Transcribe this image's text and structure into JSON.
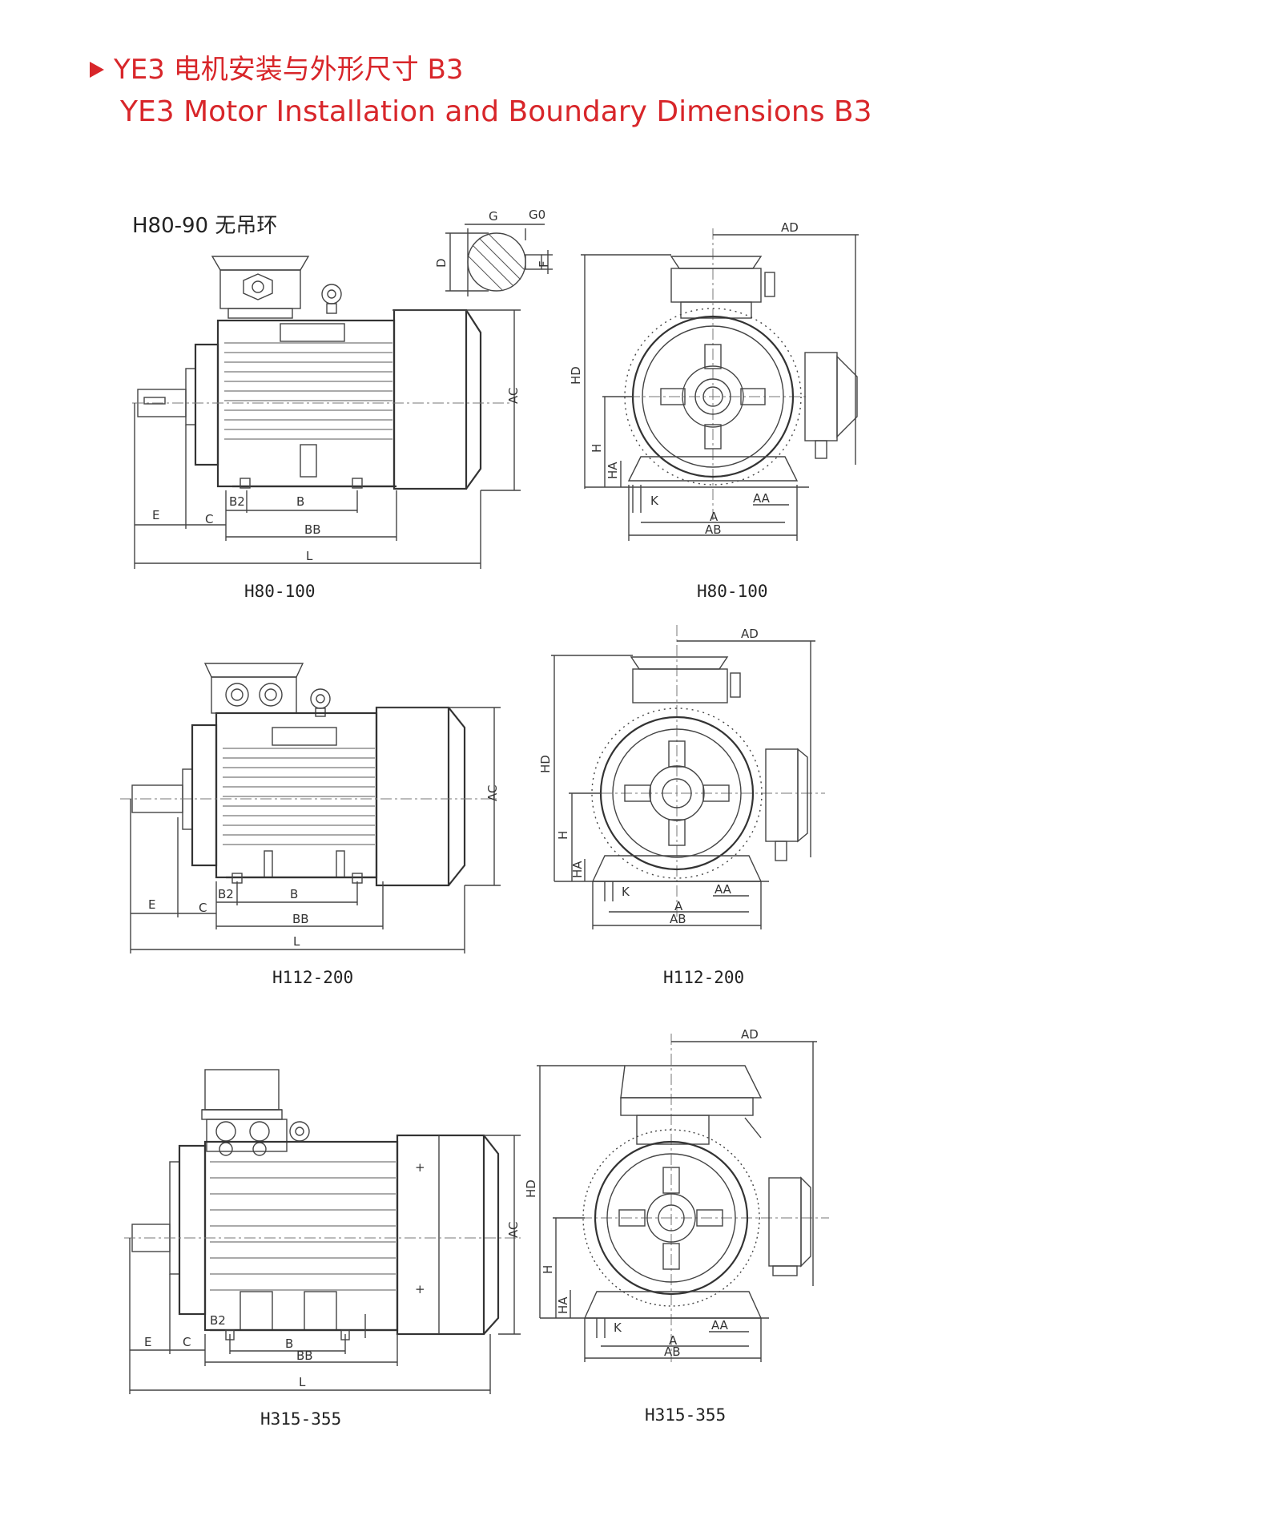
{
  "header": {
    "title_cn": "YE3 电机安装与外形尺寸 B3",
    "title_en": "YE3 Motor Installation and Boundary Dimensions B3"
  },
  "notes": {
    "no_lifting_ring": "H80-90 无吊环"
  },
  "captions": {
    "r1_side": "H80-100",
    "r1_end": "H80-100",
    "r2_side": "H112-200",
    "r2_end": "H112-200",
    "r3_side": "H315-355",
    "r3_end": "H315-355"
  },
  "labels": {
    "E": "E",
    "C": "C",
    "B2": "B2",
    "B": "B",
    "BB": "BB",
    "L": "L",
    "AC": "AC",
    "AD": "AD",
    "HD": "HD",
    "H": "H",
    "HA": "HA",
    "K": "K",
    "AA": "AA",
    "A": "A",
    "AB": "AB",
    "G": "G",
    "G0": "G0",
    "D": "D",
    "F": "F",
    "plus": "+"
  }
}
